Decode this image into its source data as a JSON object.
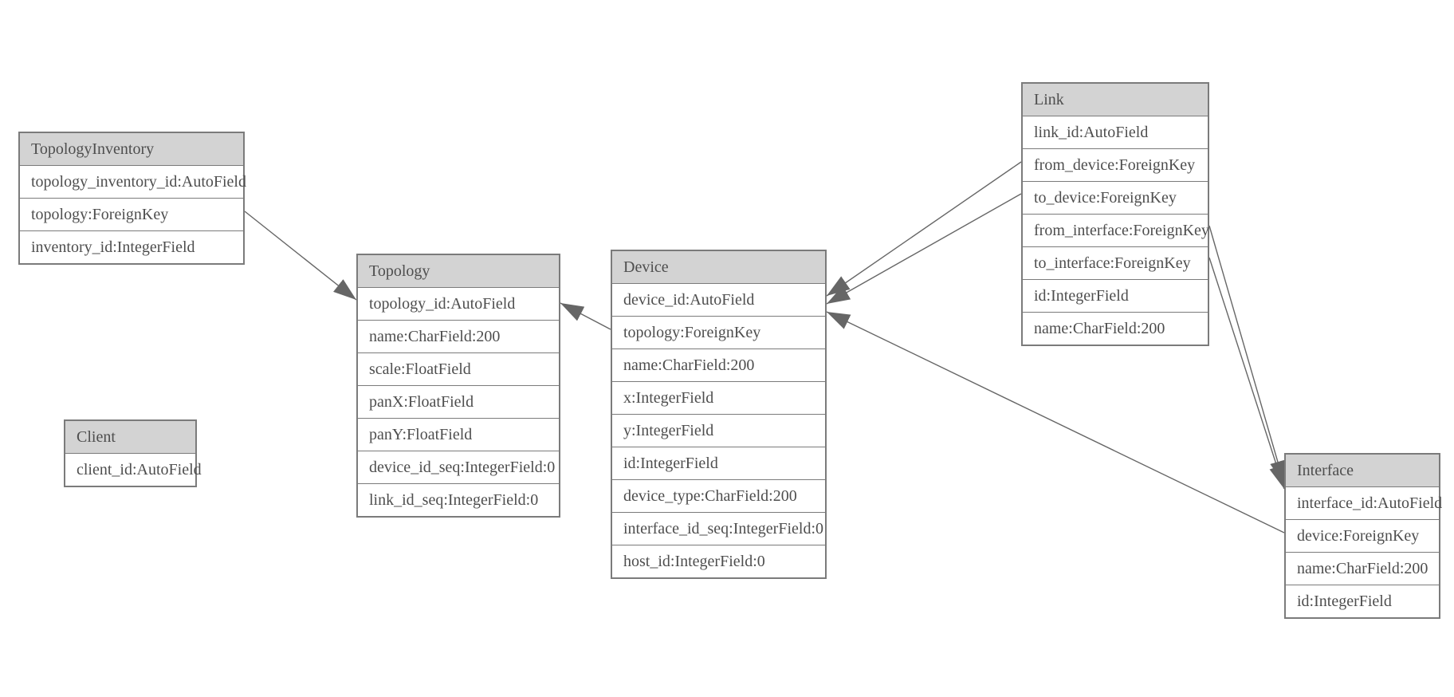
{
  "diagram_type": "entity-relationship-model-diagram",
  "colors": {
    "background": "#ffffff",
    "header_fill": "#d3d3d3",
    "border": "#7b7b7b",
    "edge": "#666666",
    "text": "#4e4e4e"
  },
  "entities": {
    "topology_inventory": {
      "title": "TopologyInventory",
      "fields": [
        "topology_inventory_id:AutoField",
        "topology:ForeignKey",
        "inventory_id:IntegerField"
      ]
    },
    "client": {
      "title": "Client",
      "fields": [
        "client_id:AutoField"
      ]
    },
    "topology": {
      "title": "Topology",
      "fields": [
        "topology_id:AutoField",
        "name:CharField:200",
        "scale:FloatField",
        "panX:FloatField",
        "panY:FloatField",
        "device_id_seq:IntegerField:0",
        "link_id_seq:IntegerField:0"
      ]
    },
    "device": {
      "title": "Device",
      "fields": [
        "device_id:AutoField",
        "topology:ForeignKey",
        "name:CharField:200",
        "x:IntegerField",
        "y:IntegerField",
        "id:IntegerField",
        "device_type:CharField:200",
        "interface_id_seq:IntegerField:0",
        "host_id:IntegerField:0"
      ]
    },
    "link": {
      "title": "Link",
      "fields": [
        "link_id:AutoField",
        "from_device:ForeignKey",
        "to_device:ForeignKey",
        "from_interface:ForeignKey",
        "to_interface:ForeignKey",
        "id:IntegerField",
        "name:CharField:200"
      ]
    },
    "interface": {
      "title": "Interface",
      "fields": [
        "interface_id:AutoField",
        "device:ForeignKey",
        "name:CharField:200",
        "id:IntegerField"
      ]
    }
  },
  "relationships": [
    {
      "from": "TopologyInventory.topology",
      "to": "Topology",
      "type": "ForeignKey"
    },
    {
      "from": "Device.topology",
      "to": "Topology",
      "type": "ForeignKey"
    },
    {
      "from": "Link.from_device",
      "to": "Device",
      "type": "ForeignKey"
    },
    {
      "from": "Link.to_device",
      "to": "Device",
      "type": "ForeignKey"
    },
    {
      "from": "Link.from_interface",
      "to": "Interface",
      "type": "ForeignKey"
    },
    {
      "from": "Link.to_interface",
      "to": "Interface",
      "type": "ForeignKey"
    },
    {
      "from": "Interface.device",
      "to": "Device",
      "type": "ForeignKey"
    }
  ]
}
